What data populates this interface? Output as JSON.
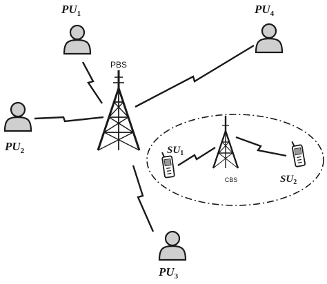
{
  "primary_users": [
    {
      "id": "pu1",
      "label": "PU",
      "sub": "1"
    },
    {
      "id": "pu2",
      "label": "PU",
      "sub": "2"
    },
    {
      "id": "pu3",
      "label": "PU",
      "sub": "3"
    },
    {
      "id": "pu4",
      "label": "PU",
      "sub": "4"
    }
  ],
  "primary_base_station": {
    "label": "PBS"
  },
  "cognitive_base_station": {
    "label": "CBS"
  },
  "secondary_users": [
    {
      "id": "su1",
      "label": "SU",
      "sub": "1"
    },
    {
      "id": "su2",
      "label": "SU",
      "sub": "2"
    }
  ],
  "colors": {
    "ink": "#1a1a1a",
    "person_fill": "#cfcfcf",
    "background": "#ffffff"
  }
}
